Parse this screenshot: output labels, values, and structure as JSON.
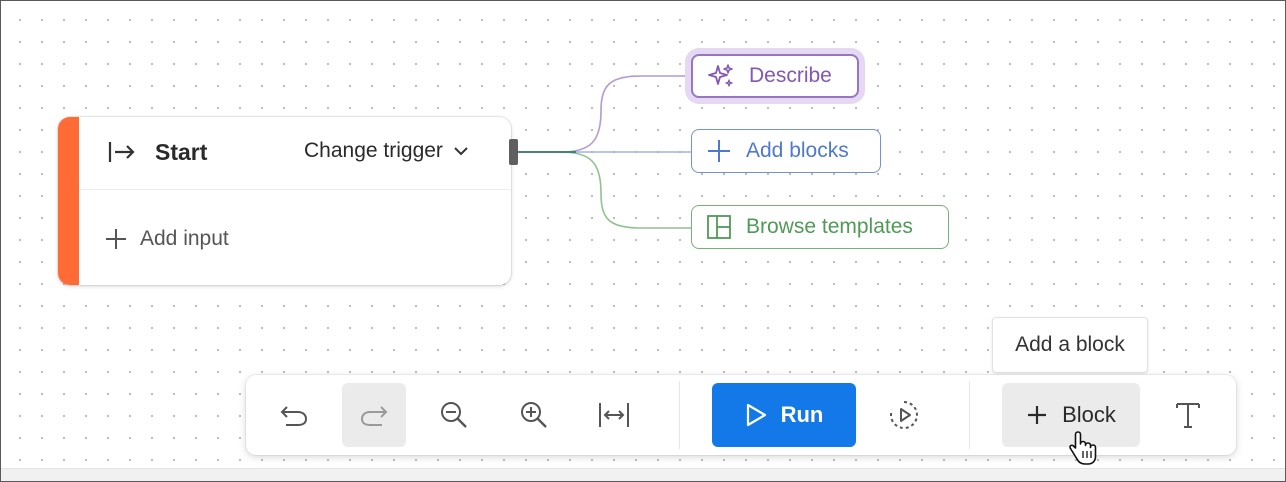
{
  "start_node": {
    "title": "Start",
    "trigger_label": "Change trigger",
    "add_input_label": "Add input",
    "accent_color": "#ff6b35"
  },
  "next_options": [
    {
      "label": "Describe",
      "icon": "sparkles-icon",
      "color": "#8358b3"
    },
    {
      "label": "Add blocks",
      "icon": "plus-icon",
      "color": "#4f78d0"
    },
    {
      "label": "Browse templates",
      "icon": "layout-icon",
      "color": "#4f9a57"
    }
  ],
  "tooltip": {
    "text": "Add a block"
  },
  "toolbar": {
    "buttons": [
      "undo-icon",
      "redo-icon",
      "zoom-out-icon",
      "zoom-in-icon",
      "fit-width-icon",
      "run-history-icon",
      "text-icon"
    ],
    "run_label": "Run",
    "run_color": "#1479e8",
    "block_label": "Block"
  }
}
